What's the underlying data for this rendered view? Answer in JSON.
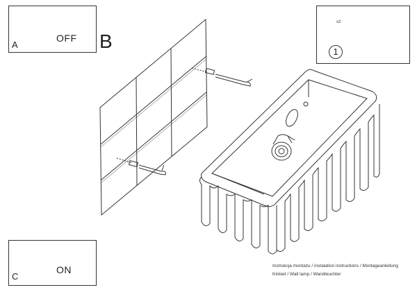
{
  "step_a": {
    "letter": "A",
    "label": "OFF"
  },
  "step_b": {
    "letter": "B"
  },
  "step_c": {
    "letter": "C",
    "label": "ON"
  },
  "tools": {
    "multiplier": "x2",
    "step_number": "1"
  },
  "caption": {
    "line1": "Instrukcja montażu / instalation instructions / Montageanleitung",
    "line2": "Kinkiet / Wall lamp / Wandleuchter"
  }
}
